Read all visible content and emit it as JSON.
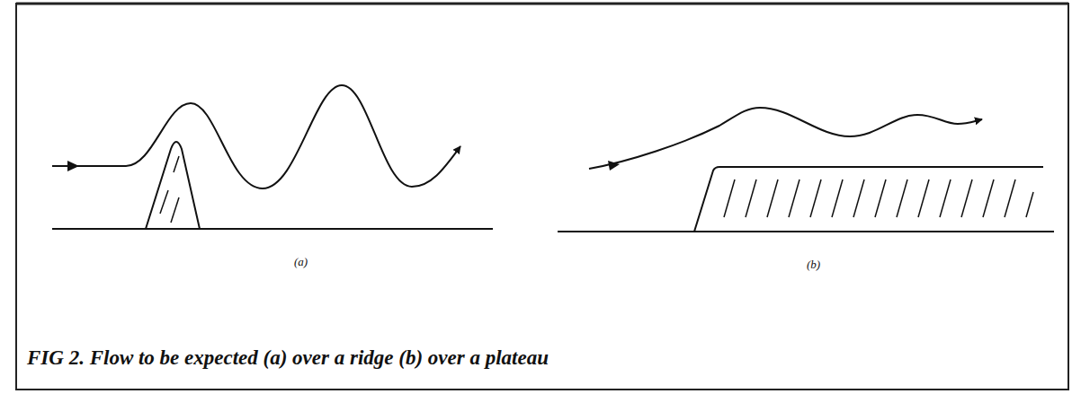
{
  "diagram": {
    "caption": "FIG 2. Flow to be expected (a) over a ridge (b) over a plateau",
    "labels": [
      "(a)",
      "(b)"
    ]
  }
}
